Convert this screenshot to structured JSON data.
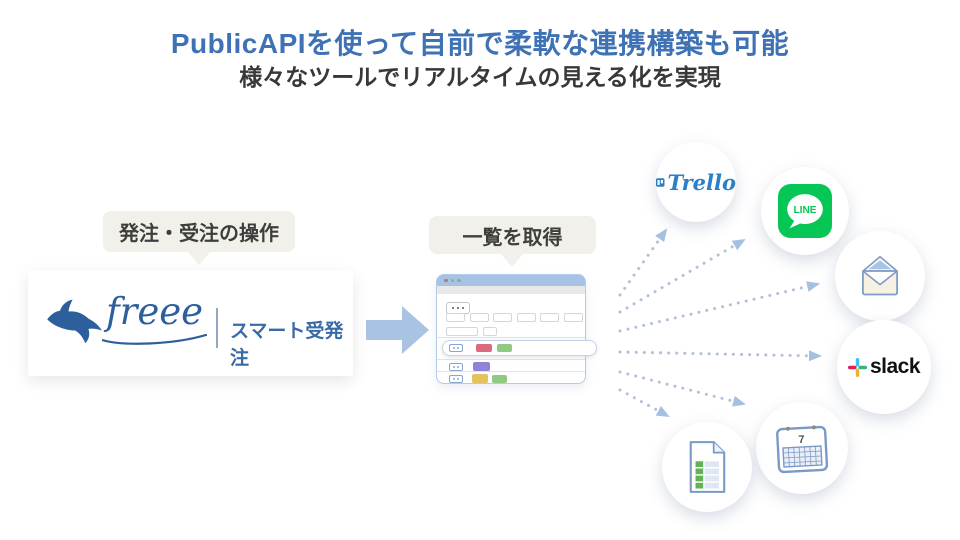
{
  "slide": {
    "title": "PublicAPIを使って自前で柔軟な連携構築も可能",
    "subtitle": "様々なツールでリアルタイムの見える化を実現"
  },
  "source": {
    "bubble_label": "発注・受注の操作",
    "brand_wordmark": "freee",
    "product_name": "スマート受発注"
  },
  "fetch": {
    "bubble_label": "一覧を取得"
  },
  "integrations": {
    "trello": {
      "label": "Trello"
    },
    "line": {
      "label": "LINE"
    },
    "slack": {
      "label": "slack"
    },
    "calendar": {
      "day": "7"
    }
  },
  "colors": {
    "title_blue": "#3f72b5",
    "subtitle_gray": "#383838",
    "freee_blue": "#2d5f9c",
    "product_blue": "#3a6aa6",
    "bubble_gray": "#f1f0ea",
    "flow_arrow_blue": "#a9c4e3",
    "dotted_arrow_blue": "#b3c1d8",
    "browser_border_blue": "#b5cbe6",
    "trello_blue": "#2b7fc9",
    "line_green": "#06c755",
    "slack_red": "#e01e5a",
    "slack_blue": "#36c5f0",
    "slack_green": "#2eb67d",
    "slack_yellow": "#ecb22e"
  }
}
